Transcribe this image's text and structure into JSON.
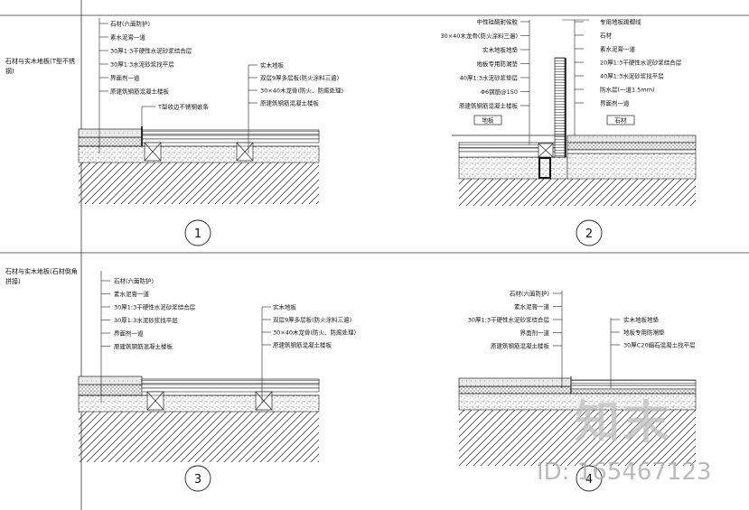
{
  "side_titles": [
    "石材与实木地板(T型不锈钢)",
    "石材与实木地板(石材倒角拼接)"
  ],
  "details": [
    {
      "number": "1",
      "labels_left": [
        "石材(六面防护)",
        "素水泥膏一道",
        "30厚1:3干硬性水泥砂浆结合层",
        "30厚1:3水泥砂浆找平层",
        "界面剂一道",
        "原建筑钢筋混凝土楼板"
      ],
      "labels_right": [
        "实木地板",
        "双层9厚多层板(防火涂料三遍)",
        "30×40木龙骨(防火、防腐处理)",
        "原建筑钢筋混凝土楼板"
      ],
      "label_center": "T型收边不锈钢嵌条"
    },
    {
      "number": "2",
      "labels_left": [
        "中性硅酮耐候胶",
        "30×40木龙骨(防火涂料三遍)",
        "实木地板地垫",
        "地板专用防潮垫",
        "40厚1:3水泥砂浆垫层",
        "Φ6钢筋@150",
        "原建筑钢筋混凝土楼板"
      ],
      "labels_right": [
        "专用地板踢脚线",
        "石材",
        "素水泥膏一道",
        "20厚1:3干硬性水泥砂浆结合层",
        "40厚1:3水泥砂浆找平层",
        "防水层(一道1.5mm)",
        "界面剂一道"
      ],
      "tag_left": "地板",
      "tag_right": "石材"
    },
    {
      "number": "3",
      "labels_left": [
        "石材(六面防护)",
        "素水泥膏一道",
        "30厚1:3干硬性水泥砂浆结合层",
        "30厚1:3水泥砂浆找平层",
        "界面剂一道",
        "原建筑钢筋混凝土楼板"
      ],
      "labels_right": [
        "实木地板",
        "双层9厚多层板(防火涂料三遍)",
        "30×40木龙骨(防火、防腐处理)",
        "原建筑钢筋混凝土楼板"
      ]
    },
    {
      "number": "4",
      "labels_left": [
        "石材(六面防护)",
        "素水泥膏一道",
        "30厚1:3干硬性水泥砂浆结合层",
        "界面剂一道",
        "原建筑钢筋混凝土楼板"
      ],
      "labels_right": [
        "实木地板地垫",
        "地板专用防潮垫",
        "30厚C20细石混凝土找平层"
      ]
    }
  ],
  "watermark": {
    "logo": "知末",
    "id": "ID: 165467123"
  }
}
